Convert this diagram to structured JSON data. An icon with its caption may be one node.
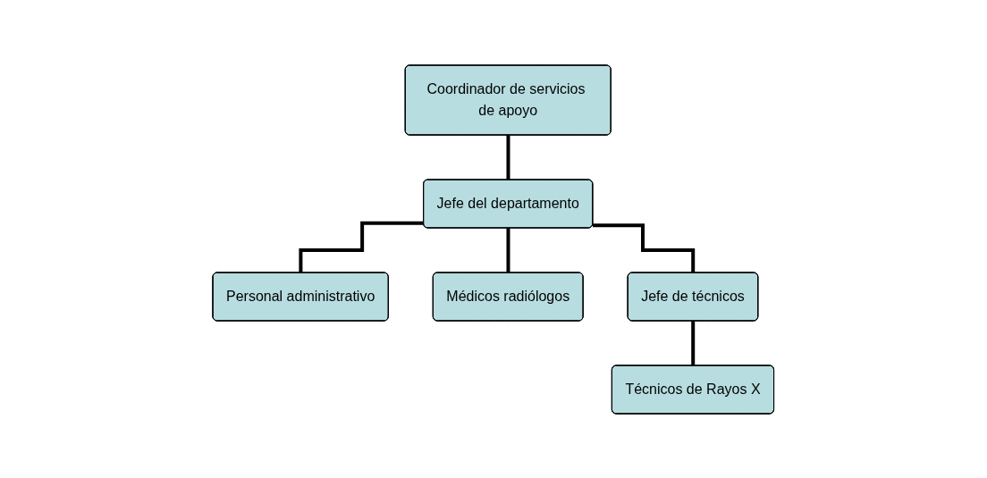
{
  "diagram": {
    "nodes": [
      {
        "text": [
          "Coordinador de servicios de apoyo"
        ]
      },
      {
        "text": [
          "Jefe del departamento"
        ]
      },
      {
        "text": [
          "Personal administrativo"
        ]
      },
      {
        "text": [
          "Médicos radiólogos"
        ]
      },
      {
        "text": [
          "Jefe de técnicos"
        ]
      },
      {
        "text": [
          "Técnicos de Rayos X"
        ]
      }
    ],
    "edges": [
      {
        "from": 0,
        "to": 1,
        "arrow": "none"
      },
      {
        "from": 1,
        "to": 2,
        "arrow": "none"
      },
      {
        "from": 1,
        "to": 3,
        "arrow": "none"
      },
      {
        "from": 1,
        "to": 4,
        "arrow": "none"
      },
      {
        "from": 4,
        "to": 5,
        "arrow": "none"
      }
    ]
  }
}
